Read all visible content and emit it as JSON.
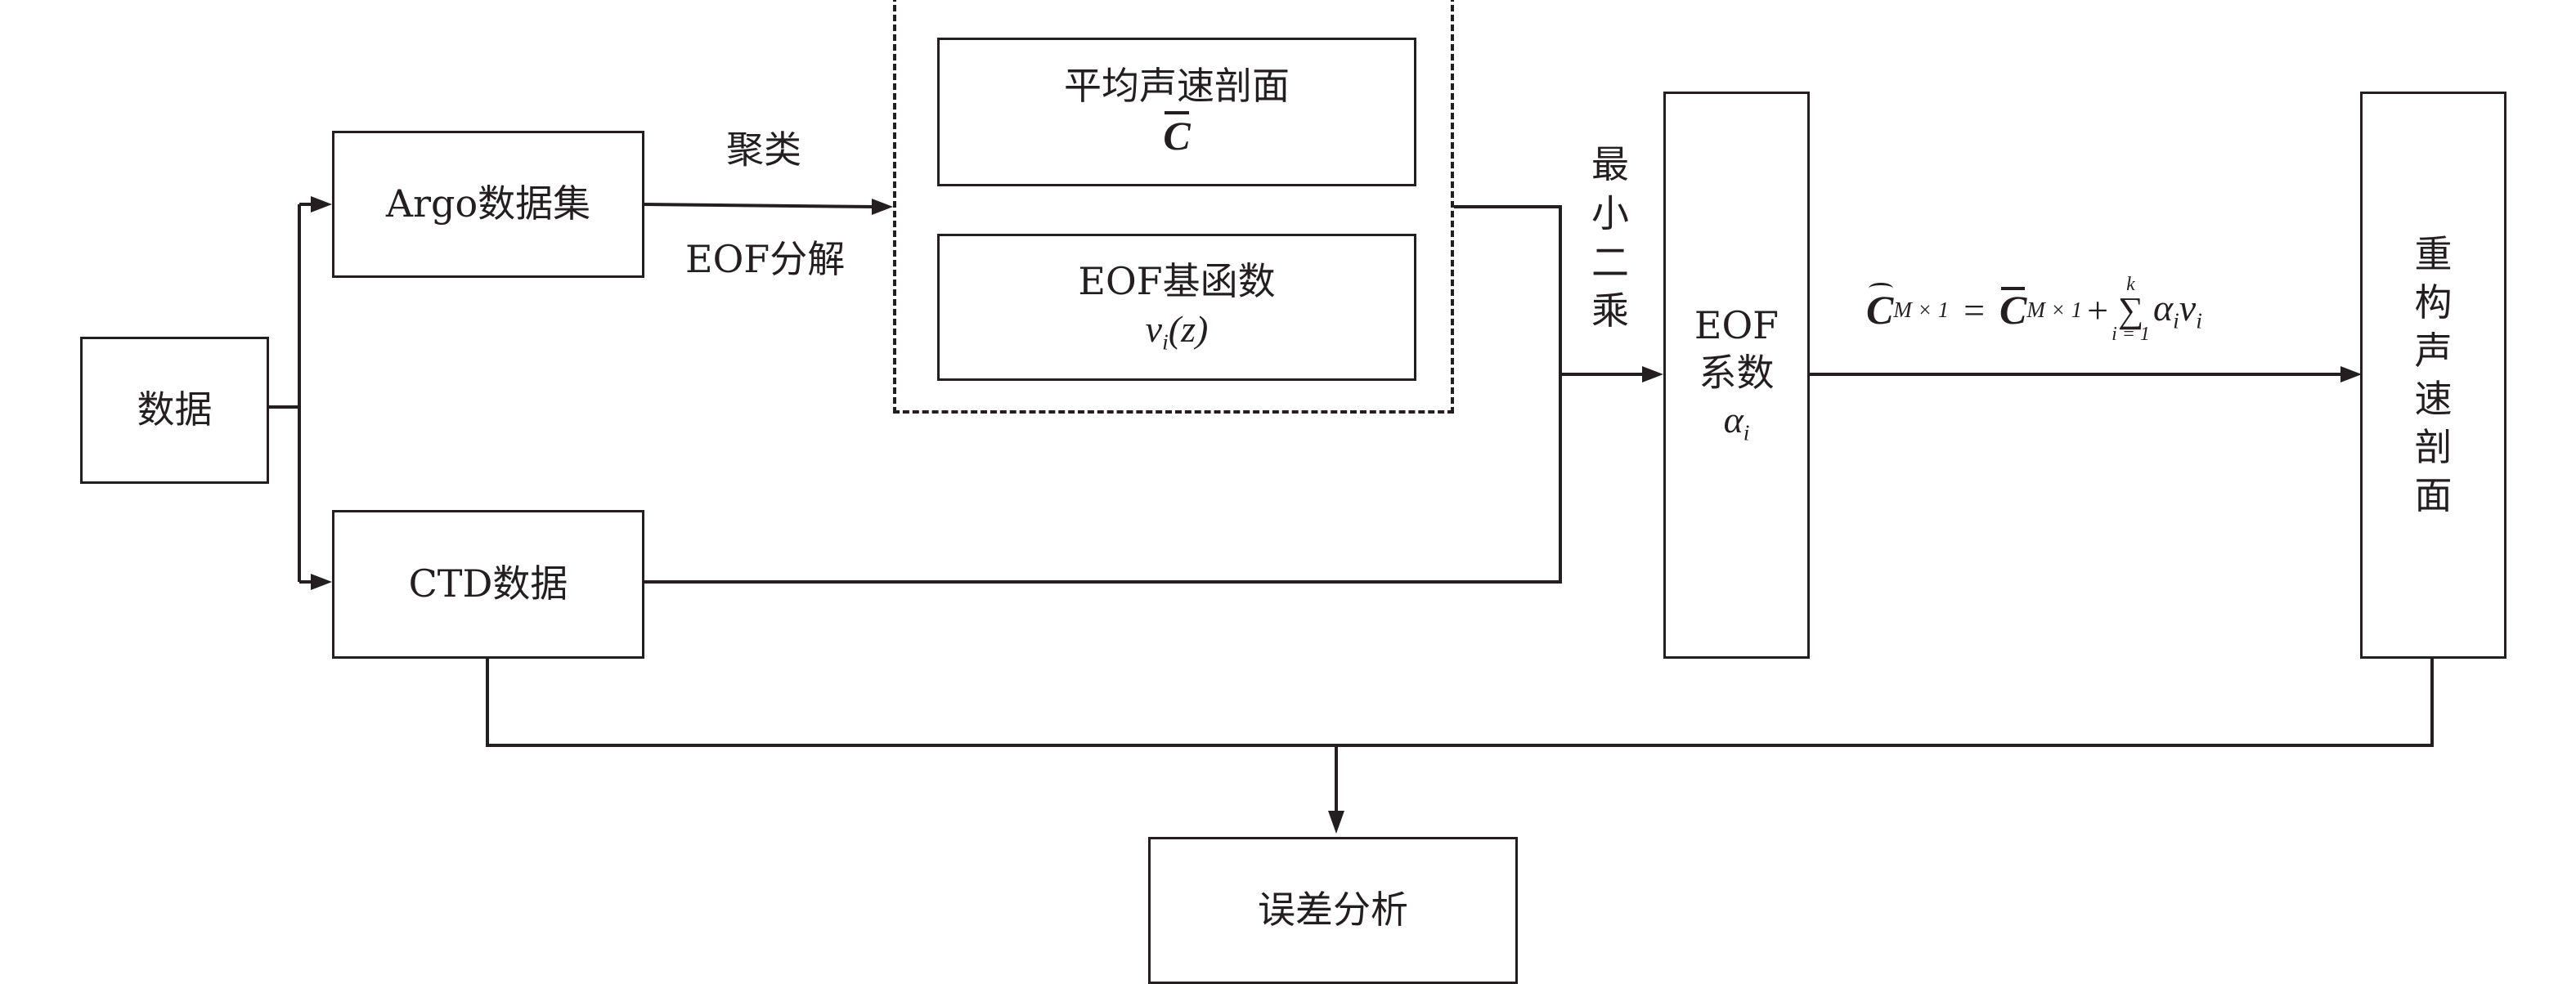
{
  "diagram": {
    "nodes": {
      "data": "数据",
      "argo": "Argo数据集",
      "ctd": "CTD数据",
      "mean_profile": {
        "label": "平均声速剖面",
        "symbol": "C"
      },
      "eof_basis": {
        "label": "EOF基函数",
        "symbol_var": "v",
        "symbol_sub": "i",
        "symbol_arg": "(z)"
      },
      "eof_coef": {
        "line1": "EOF",
        "line2": "系数",
        "symbol": "α",
        "symbol_sub": "i"
      },
      "reconstruct": [
        "重",
        "构",
        "声",
        "速",
        "剖",
        "面"
      ],
      "error_analysis": "误差分析"
    },
    "edge_labels": {
      "clustering": "聚类",
      "eof_decomp": "EOF分解",
      "least_squares": [
        "最",
        "小",
        "二",
        "乘"
      ]
    },
    "formula": {
      "lhs": "C",
      "lhs_sub": "M × 1",
      "equals": "=",
      "rhs_mean": "C",
      "rhs_sub": "M × 1",
      "plus": "+",
      "sum_sign": "∑",
      "sum_upper": "k",
      "sum_lower": "i = 1",
      "alpha": "α",
      "alpha_sub": "i",
      "v": "v",
      "v_sub": "i"
    },
    "colors": {
      "stroke": "#231f20",
      "background": "#ffffff"
    }
  }
}
